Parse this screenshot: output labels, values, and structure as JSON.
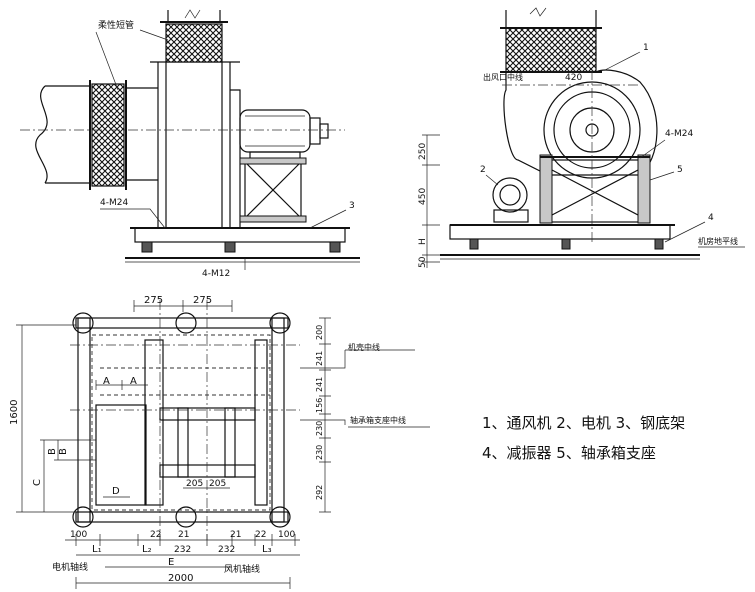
{
  "side_view": {
    "flex_duct": "柔性短管",
    "bolt_top": "4-M24",
    "bolt_bottom": "4-M12",
    "part_3": "3"
  },
  "front_view": {
    "part_1": "1",
    "part_2": "2",
    "part_4": "4",
    "part_5": "5",
    "outlet_center": "出风口中线",
    "dim_420": "420",
    "bolt": "4-M24",
    "floor_line": "机房地平线",
    "h250": "250",
    "h450": "450",
    "hH": "H",
    "h50": "50"
  },
  "plan_view": {
    "top_275_a": "275",
    "top_275_b": "275",
    "left_1600": "1600",
    "label_A1": "A",
    "label_A2": "A",
    "label_B1": "B",
    "label_B2": "B",
    "label_C": "C",
    "label_D": "D",
    "d205a": "205",
    "d205b": "205",
    "right_dims": [
      "200",
      "241",
      "241",
      "156",
      "230",
      "230",
      "292"
    ],
    "housing_center": "机壳中线",
    "bearing_center": "轴承箱支座中线",
    "bottom_row1": [
      "100",
      "22",
      "21",
      "21",
      "22",
      "100"
    ],
    "L1": "L₁",
    "L2": "L₂",
    "d232a": "232",
    "d232b": "232",
    "L3": "L₃",
    "E": "E",
    "motor_axis": "电机轴线",
    "fan_axis": "风机轴线",
    "total_2000": "2000"
  },
  "legend": {
    "line1": "1、通风机   2、电机   3、钢底架",
    "line2": "4、减振器   5、轴承箱支座"
  }
}
